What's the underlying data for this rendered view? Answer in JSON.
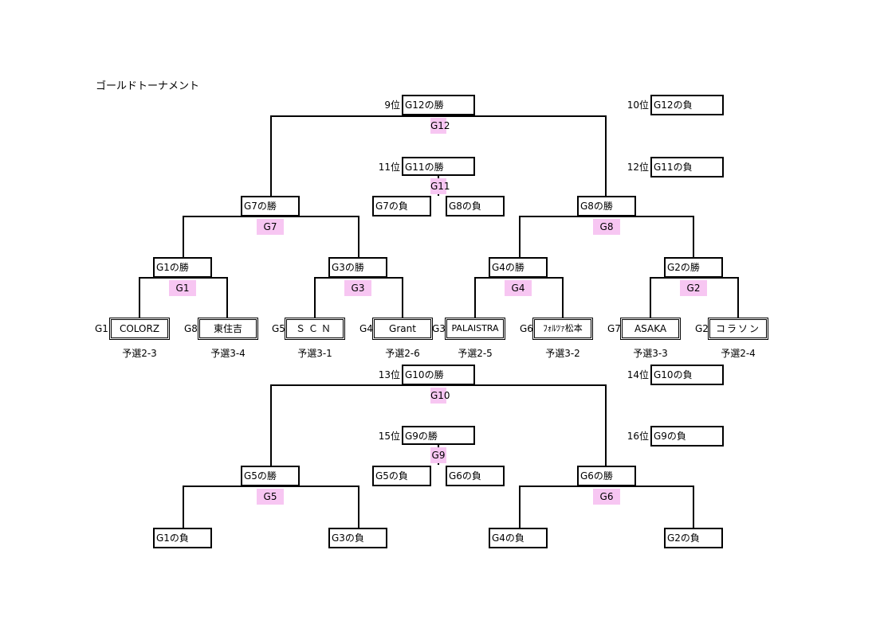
{
  "title": "ゴールドトーナメント",
  "matches": {
    "g12_win": "G12の勝",
    "g12_lose": "G12の負",
    "g11_win": "G11の勝",
    "g11_lose": "G11の負",
    "g7_win": "G7の勝",
    "g7_lose": "G7の負",
    "g8_win": "G8の勝",
    "g8_lose": "G8の負",
    "g1_win": "G1の勝",
    "g3_win": "G3の勝",
    "g4_win": "G4の勝",
    "g2_win": "G2の勝",
    "g10_win": "G10の勝",
    "g10_lose": "G10の負",
    "g9_win": "G9の勝",
    "g9_lose": "G9の負",
    "g5_win": "G5の勝",
    "g5_lose": "G5の負",
    "g6_win": "G6の勝",
    "g6_lose": "G6の負",
    "g1_lose": "G1の負",
    "g3_lose": "G3の負",
    "g4_lose": "G4の負",
    "g2_lose": "G2の負"
  },
  "games": {
    "g12": "G12",
    "g11": "G11",
    "g7": "G7",
    "g8": "G8",
    "g1": "G1",
    "g3": "G3",
    "g4": "G4",
    "g2": "G2",
    "g10": "G10",
    "g9": "G9",
    "g5": "G5",
    "g6": "G6"
  },
  "ranks": {
    "r9": "9位",
    "r10": "10位",
    "r11": "11位",
    "r12": "12位",
    "r13": "13位",
    "r14": "14位",
    "r15": "15位",
    "r16": "16位"
  },
  "teams": [
    {
      "game": "G1",
      "name": "COLORZ",
      "qual": "予選2-3"
    },
    {
      "game": "G8",
      "name": "東住吉",
      "qual": "予選3-4"
    },
    {
      "game": "G5",
      "name": "ＳＣＮ",
      "qual": "予選3-1"
    },
    {
      "game": "G4",
      "name": "Grant",
      "qual": "予選2-6"
    },
    {
      "game": "G3",
      "name": "PALAISTRA",
      "qual": "予選2-5"
    },
    {
      "game": "G6",
      "name": "ﾌｫﾙﾂｧ松本",
      "qual": "予選3-2"
    },
    {
      "game": "G7",
      "name": "ASAKA",
      "qual": "予選3-3"
    },
    {
      "game": "G2",
      "name": "コラソン",
      "qual": "予選2-4"
    }
  ]
}
